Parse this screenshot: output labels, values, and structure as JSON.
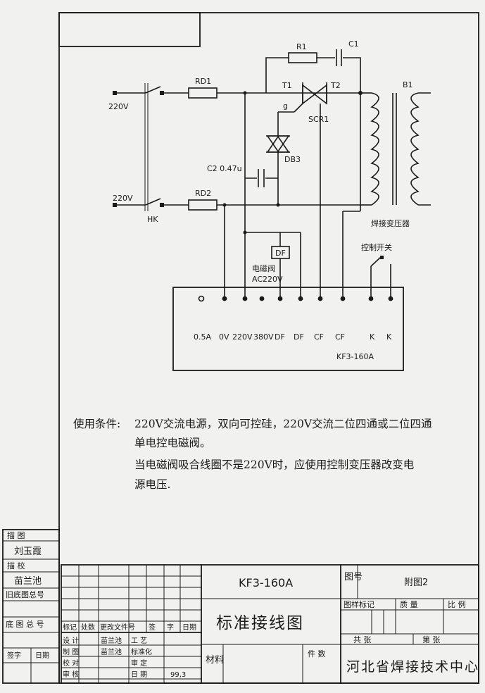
{
  "schematic": {
    "supply_top": "220V",
    "supply_bottom": "220V",
    "switch": "HK",
    "fuse1": "RD1",
    "fuse2": "RD2",
    "resistor": "R1",
    "capacitor_c1": "C1",
    "terminal_t1": "T1",
    "terminal_t2": "T2",
    "gate": "g",
    "thyristor": "SCR1",
    "diac": "DB3",
    "capacitor_c2": "C2 0.47u",
    "transformer": "B1",
    "transformer_name": "焊接变压器",
    "solenoid": "DF",
    "solenoid_name": "电磁阀",
    "solenoid_voltage": "AC220V",
    "control_switch": "控制开关",
    "controller_model": "KF3-160A",
    "terminals": [
      "0.5A",
      "0V",
      "220V",
      "380V",
      "DF",
      "DF",
      "CF",
      "CF",
      "K",
      "K"
    ]
  },
  "notes": {
    "label": "使用条件:",
    "line1": "220V交流电源，双向可控硅，220V交流二位四通或二位四通",
    "line2": "单电控电磁阀。",
    "line3": "当电磁阀吸合线圈不是220V时，应使用控制变压器改变电",
    "line4": "源电压."
  },
  "left_strip": {
    "drawn_by": "描    图",
    "drawer": "刘玉霞",
    "checked_by": "描    校",
    "checker": "苗兰池",
    "old_number": "旧底图总号",
    "base_number": "底 图 总 号",
    "sign": "签字",
    "date": "日期"
  },
  "title_block": {
    "model": "KF3-160A",
    "title": "标准接线图",
    "drawing_no_label": "图号",
    "drawing_no": "附图2",
    "stage_mark": "图样标记",
    "weight": "质    量",
    "scale": "比  例",
    "material": "材料",
    "quantity": "件  数",
    "total": "共    张",
    "sheet": "第    张",
    "org": "河北省焊接技术中心",
    "rev_header": [
      "标记",
      "处数",
      "更改文件号",
      "签",
      "字",
      "日期"
    ],
    "design_label": "设  计",
    "designer": "苗兰池",
    "craft_label": "工  艺",
    "draw_label": "制  图",
    "drawer2": "苗兰池",
    "std_label": "标准化",
    "proof_label": "校  对",
    "audit_label": "审  定",
    "review_label": "审  核",
    "date_label": "日  期",
    "date": "99,3"
  }
}
